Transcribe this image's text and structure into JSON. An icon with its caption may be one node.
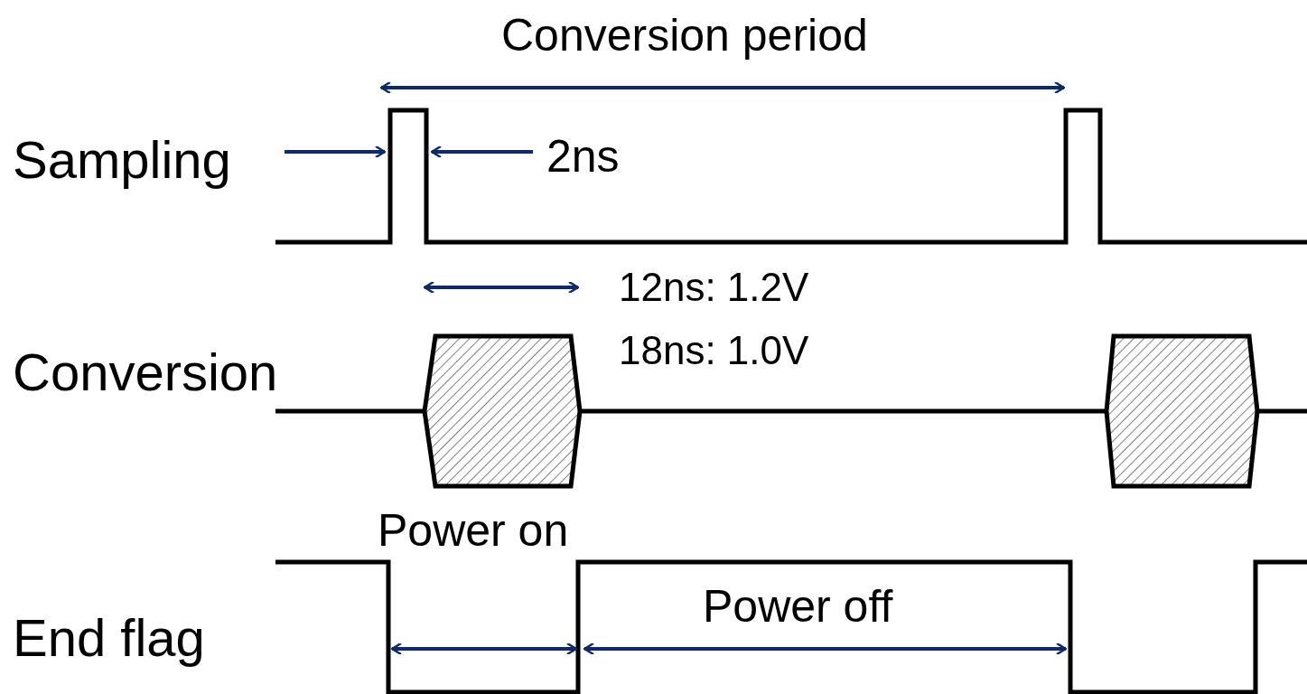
{
  "diagram": {
    "labels": [
      "Conversion period",
      "Sampling",
      "2ns",
      "12ns: 1.2V",
      "18ns: 1.0V",
      "Conversion",
      "Power on",
      "End flag",
      "Power off"
    ]
  }
}
